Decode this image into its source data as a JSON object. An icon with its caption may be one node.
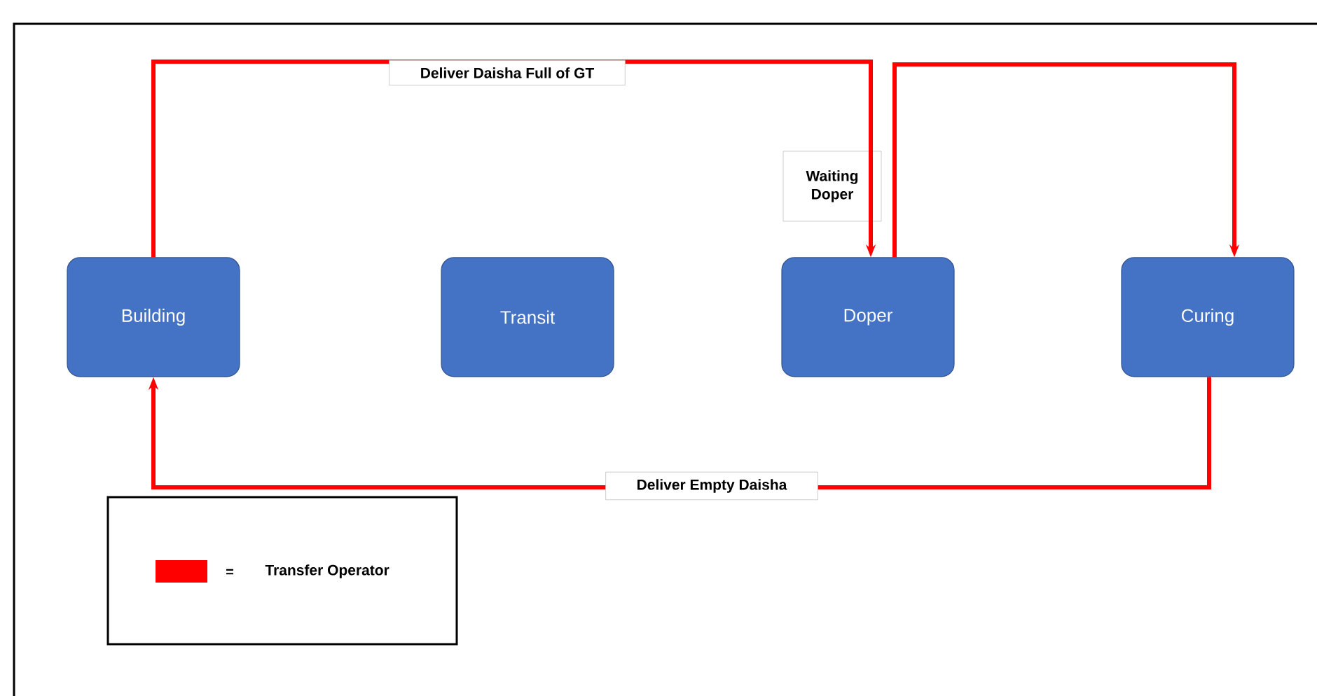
{
  "diagram": {
    "nodes": [
      {
        "text": [
          "Building"
        ]
      },
      {
        "text": [
          "Transit"
        ]
      },
      {
        "text": [
          "Doper"
        ],
        "beside": [
          "Waiting Doper"
        ]
      },
      {
        "text": [
          "Curing"
        ]
      }
    ],
    "edges": [
      {
        "from": 0,
        "to": 2,
        "arrow": "to",
        "label": "Deliver Daisha Full of GT"
      },
      {
        "from": 2,
        "to": 3,
        "arrow": "to"
      },
      {
        "from": 3,
        "to": 0,
        "arrow": "to",
        "label": "Deliver Empty Daisha"
      }
    ],
    "labels": [
      "="
    ],
    "legend": [
      {
        "text": "Transfer Operator",
        "color": "#ff0000"
      }
    ]
  }
}
